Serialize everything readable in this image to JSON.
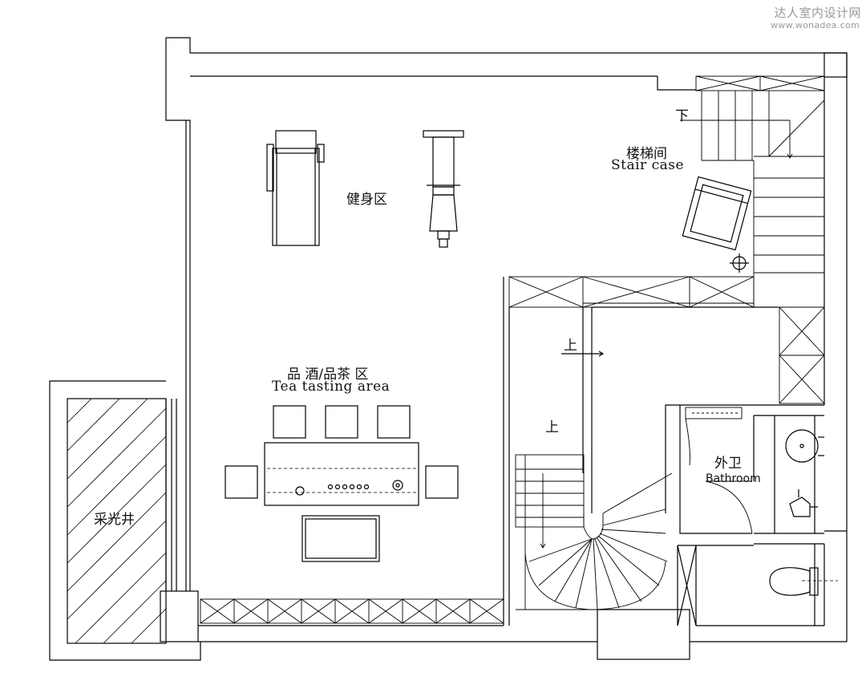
{
  "watermark": {
    "site_name": "达人室内设计网",
    "site_url": "www.wonadea.com"
  },
  "rooms": {
    "gym": {
      "zh": "健身区"
    },
    "staircase": {
      "zh": "楼梯间",
      "en": "Stair case"
    },
    "tea": {
      "zh": "品 酒/品茶 区",
      "en": "Tea tasting area"
    },
    "bathroom": {
      "zh": "外卫",
      "en": "Bathroom"
    },
    "lightwell": {
      "zh": "采光井"
    }
  },
  "stairs": {
    "down": "下",
    "up1": "上",
    "up2": "上"
  },
  "colors": {
    "line": "#000000",
    "watermark": "#9a9a9a"
  },
  "icons": [
    "treadmill-icon",
    "exercise-bench-icon",
    "armchair-icon",
    "sink-icon",
    "urinal-icon",
    "toilet-icon",
    "spiral-stair-icon"
  ]
}
